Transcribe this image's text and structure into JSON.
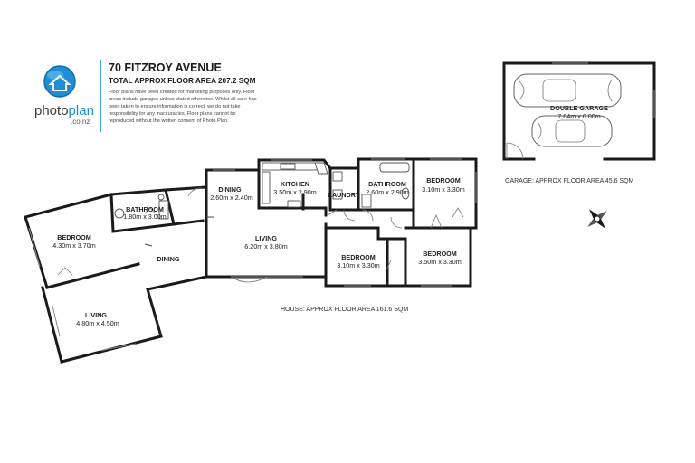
{
  "brand": {
    "name_part1": "photo",
    "name_part2": "plan",
    "domain": ".co.nz",
    "logo_color": "#1e8fd6"
  },
  "header": {
    "title": "70 FITZROY AVENUE",
    "total_area": "TOTAL APPROX FLOOR AREA 207.2 SQM",
    "disclaimer_lines": [
      "Floor plans have been created for marketing purposes only. Floor",
      "areas include garages unless stated otherwise. Whilst all care has",
      "been taken to ensure information is correct, we do not take",
      "responsibility for any inaccuracies. Floor plans cannot be",
      "reproduced without the written consent of Photo Plan."
    ]
  },
  "rooms": {
    "dining_top": {
      "name": "DINING",
      "dims": "2.60m  x 2.40m"
    },
    "kitchen": {
      "name": "KITCHEN",
      "dims": "3.50m  x 2.90m"
    },
    "laundry": {
      "name": "LAUNDRY"
    },
    "bathroom_main": {
      "name": "BATHROOM",
      "dims": "2.60m  x 2.90m"
    },
    "bedroom_ne": {
      "name": "BEDROOM",
      "dims": "3.10m  x 3.30m"
    },
    "bathroom_w": {
      "name": "BATHROOM",
      "dims": "1.80m  x 3.00m"
    },
    "bedroom_w": {
      "name": "BEDROOM",
      "dims": "4.30m  x 3.70m"
    },
    "living_main": {
      "name": "LIVING",
      "dims": "6.20m  x 3.80m"
    },
    "dining_w": {
      "name": "DINING"
    },
    "bedroom_mid": {
      "name": "BEDROOM",
      "dims": "3.10m  x 3.30m"
    },
    "bedroom_se": {
      "name": "BEDROOM",
      "dims": "3.50m  x 3.30m"
    },
    "living_sw": {
      "name": "LIVING",
      "dims": "4.80m  x 4.50m"
    },
    "garage": {
      "name": "DOUBLE GARAGE",
      "dims": "7.64m  x 6.00m"
    }
  },
  "areas": {
    "garage": "GARAGE: APPROX FLOOR AREA 45.6 SQM",
    "house": "HOUSE: APPROX FLOOR AREA 161.6 SQM"
  },
  "colors": {
    "wall": "#1a1a1a",
    "brand_blue": "#1e8fd6"
  }
}
